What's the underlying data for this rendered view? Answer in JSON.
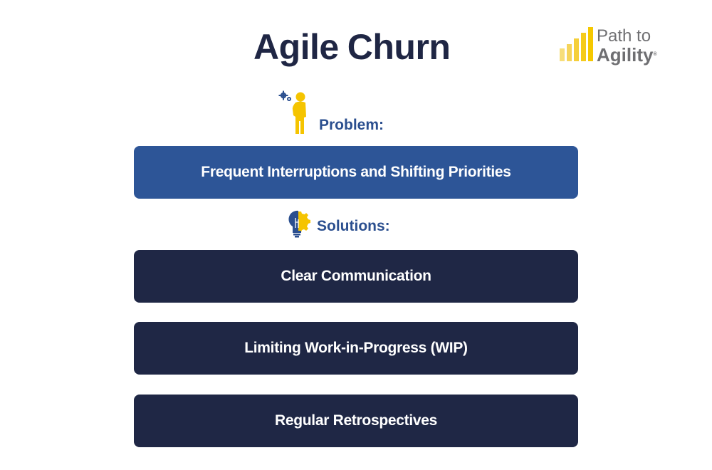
{
  "header": {
    "title_word1": "Agile",
    "title_word2": "Churn",
    "accent_color": "#f5cc15",
    "title_color": "#1f2644"
  },
  "logo": {
    "line1": "Path to",
    "line2": "Agility",
    "registered": "®",
    "icon": "bar-chart-steps-icon"
  },
  "problem": {
    "heading": "Problem:",
    "icon": "thinking-person-gears-icon",
    "card_text": "Frequent Interruptions and Shifting Priorities",
    "card_color": "#2d5597"
  },
  "solutions": {
    "heading": "Solutions:",
    "icon": "lightbulb-gear-icon",
    "card_color": "#1f2745",
    "items": [
      {
        "label": "Clear Communication"
      },
      {
        "label": "Limiting Work-in-Progress (WIP)"
      },
      {
        "label": "Regular Retrospectives"
      }
    ]
  }
}
